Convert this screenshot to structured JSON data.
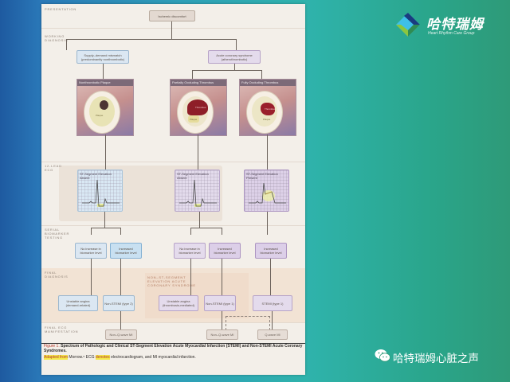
{
  "slide": {
    "background_gradient": [
      "#1e5aa0",
      "#2fb3ac",
      "#2e9a78"
    ]
  },
  "logo": {
    "title": "哈特瑞姆",
    "subtitle": "Heart Rhythm Care Group"
  },
  "watermark": {
    "icon": "wechat-icon",
    "text": "哈特瑞姆心脏之声"
  },
  "figure": {
    "sections": {
      "presentation": "PRESENTATION",
      "working_diagnosis": "WORKING\nDIAGNOSIS",
      "ecg": "12-LEAD\nECG",
      "biomarker": "SERIAL\nBIOMARKER\nTESTING",
      "final_diagnosis": "FINAL\nDIAGNOSIS",
      "final_ecg": "FINAL ECG\nMANIFESTATION"
    },
    "presentation_box": "Ischemic discomfort",
    "working": {
      "left": "Supply–demand mismatch (predominantly nonthrombotic)",
      "right": "Acute coronary syndrome (atherothrombotic)"
    },
    "vessels": [
      {
        "title": "Nonthrombotic Plaque",
        "plaque_label": "Plaque"
      },
      {
        "title": "Partially Occluding Thrombus",
        "plaque_label": "Plaque",
        "thrombus_label": "Thrombus"
      },
      {
        "title": "Fully Occluding Thrombus",
        "plaque_label": "Plaque",
        "thrombus_label": "Thrombus"
      }
    ],
    "ecgs": [
      {
        "title": "ST-Segment Elevation Absent"
      },
      {
        "title": "ST-Segment Elevation Absent"
      },
      {
        "title": "ST-Segment Elevation Present"
      }
    ],
    "biomarkers": [
      "No increase in biomarker level",
      "Increased biomarker level",
      "No increase in biomarker level",
      "Increased biomarker level",
      "Increased biomarker level"
    ],
    "nste_label": "NON–ST-SEGMENT\nELEVATION ACUTE\nCORONARY SYNDROME",
    "final_diagnoses": [
      "Unstable angina (demand-related)",
      "Non-STEMI (type 2)",
      "Unstable angina (thrombosis-mediated)",
      "Non-STEMI (type 1)",
      "STEMI (type 1)"
    ],
    "final_ecg": [
      "Non–Q-wave MI",
      "Non–Q-wave MI",
      "Q-wave MI"
    ],
    "caption": {
      "figure_label": "Figure 1.",
      "title": " Spectrum of Pathologic and Clinical ST-Segment Elevation Acute Myocardial Infarction (STEMI) and Non-STEMI Acute Coronary Syndromes.",
      "adapted": "Adapted from",
      "source": " Morrow.⁵ ECG ",
      "denotes": "denotes",
      "rest": " electrocardiogram, and MI myocardial infarction."
    }
  }
}
